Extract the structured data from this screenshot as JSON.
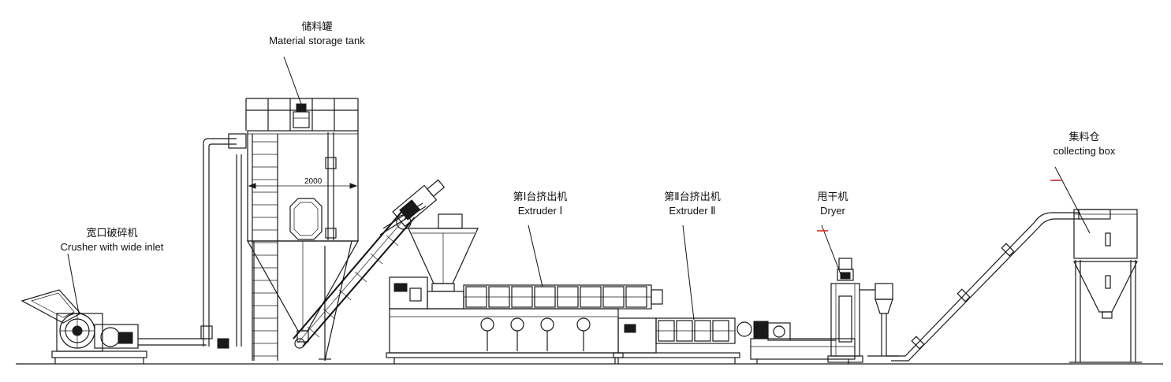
{
  "labels": {
    "storage_tank": {
      "zh": "储料罐",
      "en": "Material storage tank"
    },
    "crusher": {
      "zh": "宽口破碎机",
      "en": "Crusher with wide inlet"
    },
    "extruder_1": {
      "zh": "第Ⅰ台挤出机",
      "en": "Extruder Ⅰ"
    },
    "extruder_2": {
      "zh": "第Ⅱ台挤出机",
      "en": "Extruder Ⅱ"
    },
    "dryer": {
      "zh": "甩干机",
      "en": "Dryer"
    },
    "collecting_box": {
      "zh": "集料仓",
      "en": "collecting box"
    }
  },
  "dimension": {
    "tank_diameter": "2000"
  },
  "colors": {
    "line": "#1a1a1a",
    "marker": "#e0261b",
    "background": "#ffffff"
  }
}
